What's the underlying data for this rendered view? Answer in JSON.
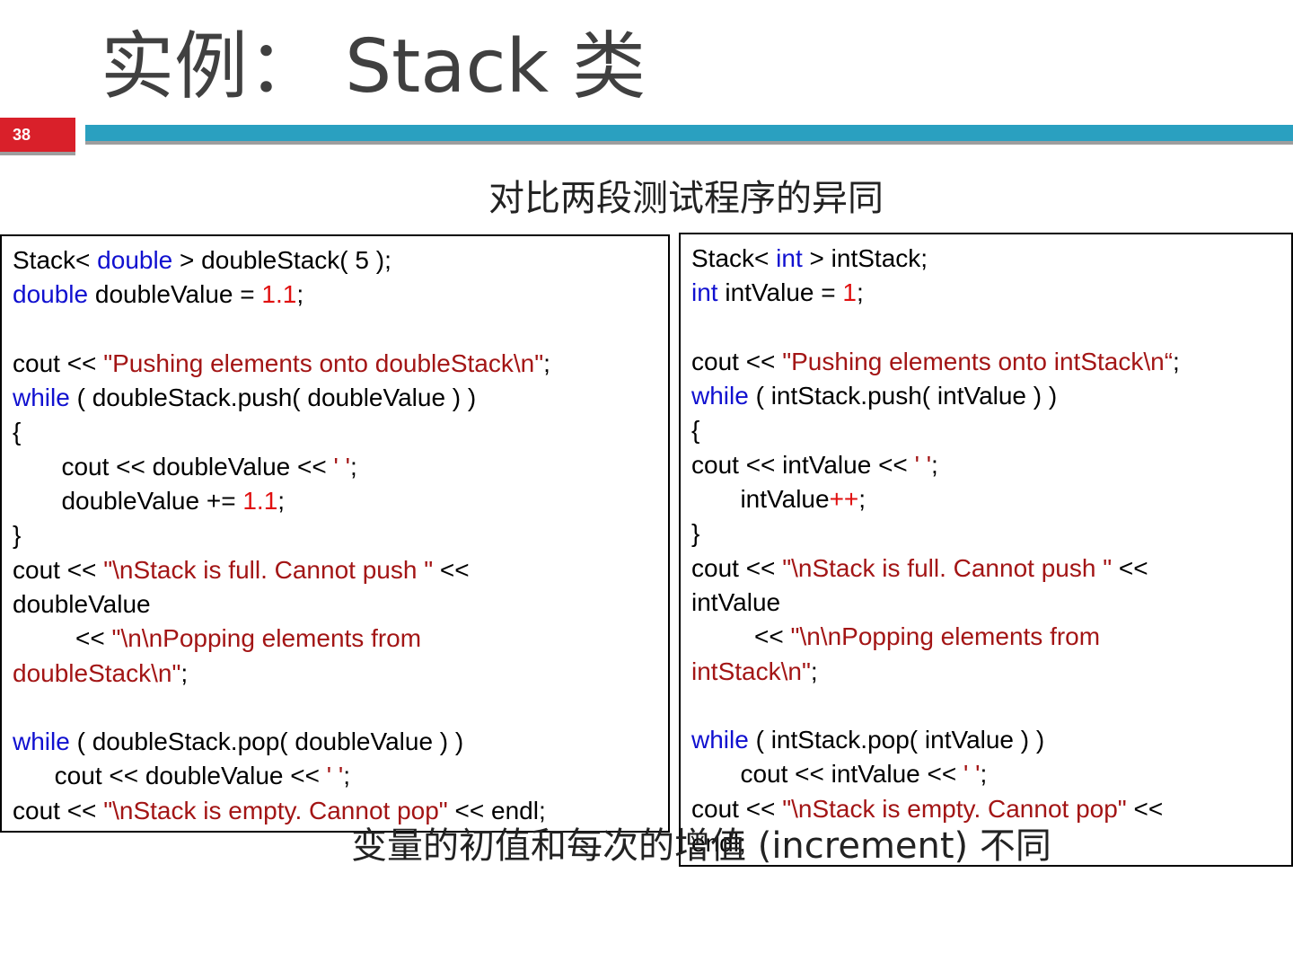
{
  "slide": {
    "title": "实例：  Stack 类",
    "number": "38",
    "subtitle": "对比两段测试程序的异同",
    "note": "变量的初值和每次的增值 (increment) 不同"
  },
  "colors": {
    "accent_red": "#d9202a",
    "accent_bar": "#2aa0c0",
    "keyword": "#1010d0",
    "string": "#a31515",
    "number": "#e01010"
  },
  "left_code": [
    [
      {
        "t": "Stack< "
      },
      {
        "t": "double",
        "c": "kw"
      },
      {
        "t": " > doubleStack( 5 );"
      }
    ],
    [
      {
        "t": "double",
        "c": "kw"
      },
      {
        "t": " doubleValue = "
      },
      {
        "t": "1.1",
        "c": "num"
      },
      {
        "t": ";"
      }
    ],
    [
      {
        "t": ""
      }
    ],
    [
      {
        "t": "cout << "
      },
      {
        "t": "\"Pushing elements onto doubleStack\\n\"",
        "c": "str"
      },
      {
        "t": ";"
      }
    ],
    [
      {
        "t": "while",
        "c": "kw"
      },
      {
        "t": " ( doubleStack.push( doubleValue ) )"
      }
    ],
    [
      {
        "t": "{"
      }
    ],
    [
      {
        "t": "       cout << doubleValue << "
      },
      {
        "t": "' '",
        "c": "str"
      },
      {
        "t": ";"
      }
    ],
    [
      {
        "t": "       doubleValue += "
      },
      {
        "t": "1.1",
        "c": "num"
      },
      {
        "t": ";"
      }
    ],
    [
      {
        "t": "}"
      }
    ],
    [
      {
        "t": "cout << "
      },
      {
        "t": "\"\\nStack is full. Cannot push \"",
        "c": "str"
      },
      {
        "t": " <<"
      }
    ],
    [
      {
        "t": "doubleValue"
      }
    ],
    [
      {
        "t": "         << "
      },
      {
        "t": "\"\\n\\nPopping elements from",
        "c": "str"
      }
    ],
    [
      {
        "t": "doubleStack\\n\"",
        "c": "str"
      },
      {
        "t": ";"
      }
    ],
    [
      {
        "t": ""
      }
    ],
    [
      {
        "t": "while",
        "c": "kw"
      },
      {
        "t": " ( doubleStack.pop( doubleValue ) )"
      }
    ],
    [
      {
        "t": "      cout << doubleValue << "
      },
      {
        "t": "' '",
        "c": "str"
      },
      {
        "t": ";"
      }
    ],
    [
      {
        "t": "cout << "
      },
      {
        "t": "\"\\nStack is empty. Cannot pop\"",
        "c": "str"
      },
      {
        "t": " << endl;"
      }
    ]
  ],
  "right_code": [
    [
      {
        "t": "Stack< "
      },
      {
        "t": "int",
        "c": "kw"
      },
      {
        "t": " > intStack;"
      }
    ],
    [
      {
        "t": "int",
        "c": "kw"
      },
      {
        "t": " intValue = "
      },
      {
        "t": "1",
        "c": "num"
      },
      {
        "t": ";"
      }
    ],
    [
      {
        "t": ""
      }
    ],
    [
      {
        "t": "cout << "
      },
      {
        "t": "\"Pushing elements onto intStack\\n“",
        "c": "str"
      },
      {
        "t": ";"
      }
    ],
    [
      {
        "t": "while",
        "c": "kw"
      },
      {
        "t": " ( intStack.push( intValue ) )"
      }
    ],
    [
      {
        "t": "{"
      }
    ],
    [
      {
        "t": "cout << intValue << "
      },
      {
        "t": "' '",
        "c": "str"
      },
      {
        "t": ";"
      }
    ],
    [
      {
        "t": "       intValue"
      },
      {
        "t": "++",
        "c": "num"
      },
      {
        "t": ";"
      }
    ],
    [
      {
        "t": "}"
      }
    ],
    [
      {
        "t": "cout << "
      },
      {
        "t": "\"\\nStack is full. Cannot push \"",
        "c": "str"
      },
      {
        "t": " <<"
      }
    ],
    [
      {
        "t": "intValue"
      }
    ],
    [
      {
        "t": "         << "
      },
      {
        "t": "\"\\n\\nPopping elements from",
        "c": "str"
      }
    ],
    [
      {
        "t": "intStack\\n\"",
        "c": "str"
      },
      {
        "t": ";"
      }
    ],
    [
      {
        "t": ""
      }
    ],
    [
      {
        "t": "while",
        "c": "kw"
      },
      {
        "t": " ( intStack.pop( intValue ) )"
      }
    ],
    [
      {
        "t": "       cout << intValue << "
      },
      {
        "t": "' '",
        "c": "str"
      },
      {
        "t": ";"
      }
    ],
    [
      {
        "t": "cout << "
      },
      {
        "t": "\"\\nStack is empty. Cannot pop\"",
        "c": "str"
      },
      {
        "t": " <<"
      }
    ],
    [
      {
        "t": "endl;"
      }
    ]
  ]
}
